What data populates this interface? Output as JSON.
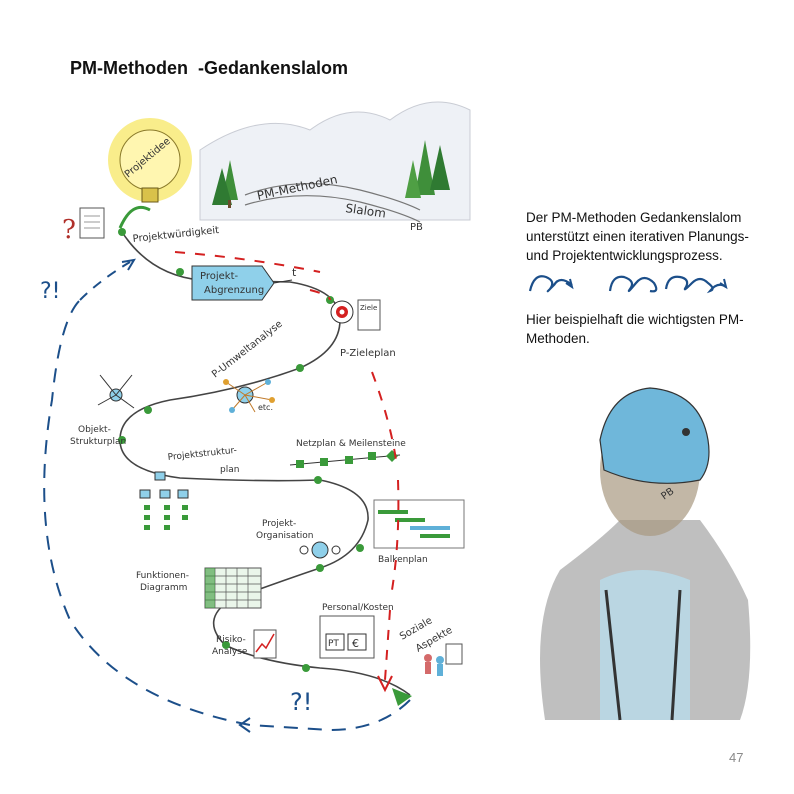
{
  "slide": {
    "title": "PM-Methoden  -Gedankenslalom",
    "description_1": "Der PM-Methoden Gedankenslalom unterstützt einen iterativen Planungs- und Projektentwicklungsprozess.",
    "description_2": "Hier beispielhaft die wichtigsten PM-Methoden.",
    "page_number": "47"
  },
  "diagram": {
    "banner_1": "PM-Methoden",
    "banner_2": "Slalom",
    "banner_sign": "PB",
    "bulb_text": "Projektidee",
    "labels": {
      "projektwuerdigkeit": "Projektwürdigkeit",
      "abgrenzung_1": "Projekt-",
      "abgrenzung_2": "Abgrenzung",
      "time": "t",
      "zieleplan": "P-Zieleplan",
      "ziele_doc": "Ziele",
      "umweltanalyse": "P-Umweltanalyse",
      "etc": "etc.",
      "objekt_1": "Objekt-",
      "objekt_2": "Strukturplan",
      "psp_1": "Projektstruktur-",
      "psp_2": "plan",
      "netzplan": "Netzplan & Meilensteine",
      "organisation_1": "Projekt-",
      "organisation_2": "Organisation",
      "balkenplan": "Balkenplan",
      "funktionen_1": "Funktionen-",
      "funktionen_2": "Diagramm",
      "personal": "Personal/Kosten",
      "pt": "PT",
      "euro": "€",
      "risiko_1": "Risiko-",
      "risiko_2": "Analyse",
      "soziale_1": "Soziale",
      "soziale_2": "Aspekte",
      "question_top": "?!",
      "question_bottom": "?!",
      "question_mark": "?",
      "cap_sign": "PB"
    }
  },
  "colors": {
    "path_line": "#444444",
    "node_green": "#3a9a3a",
    "red_dash": "#d42020",
    "blue_ink": "#1c4f8a",
    "bulb_yellow": "#f7e55a",
    "box_blue": "#8fd0ea",
    "tree_green": "#3f8f3a",
    "cap_blue": "#6fb7da"
  }
}
